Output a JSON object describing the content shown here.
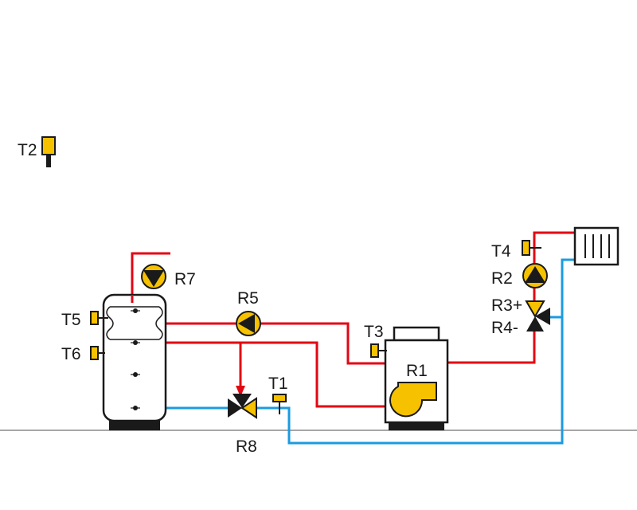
{
  "labels": {
    "T1": "T1",
    "T2": "T2",
    "T3": "T3",
    "T4": "T4",
    "T5": "T5",
    "T6": "T6",
    "R1": "R1",
    "R2": "R2",
    "R3": "R3+",
    "R4": "R4-",
    "R5": "R5",
    "R7": "R7",
    "R8": "R8"
  },
  "colors": {
    "hot_pipe": "#e30613",
    "cold_pipe": "#1b9be0",
    "component_fill": "#f6c200",
    "outline": "#1a1a1a"
  },
  "icons": {
    "pump": "pump-icon",
    "sensor": "temperature-sensor-icon",
    "valve": "three-way-valve-icon",
    "boiler": "boiler-icon",
    "tank": "storage-tank-icon",
    "radiator": "radiator-icon"
  }
}
